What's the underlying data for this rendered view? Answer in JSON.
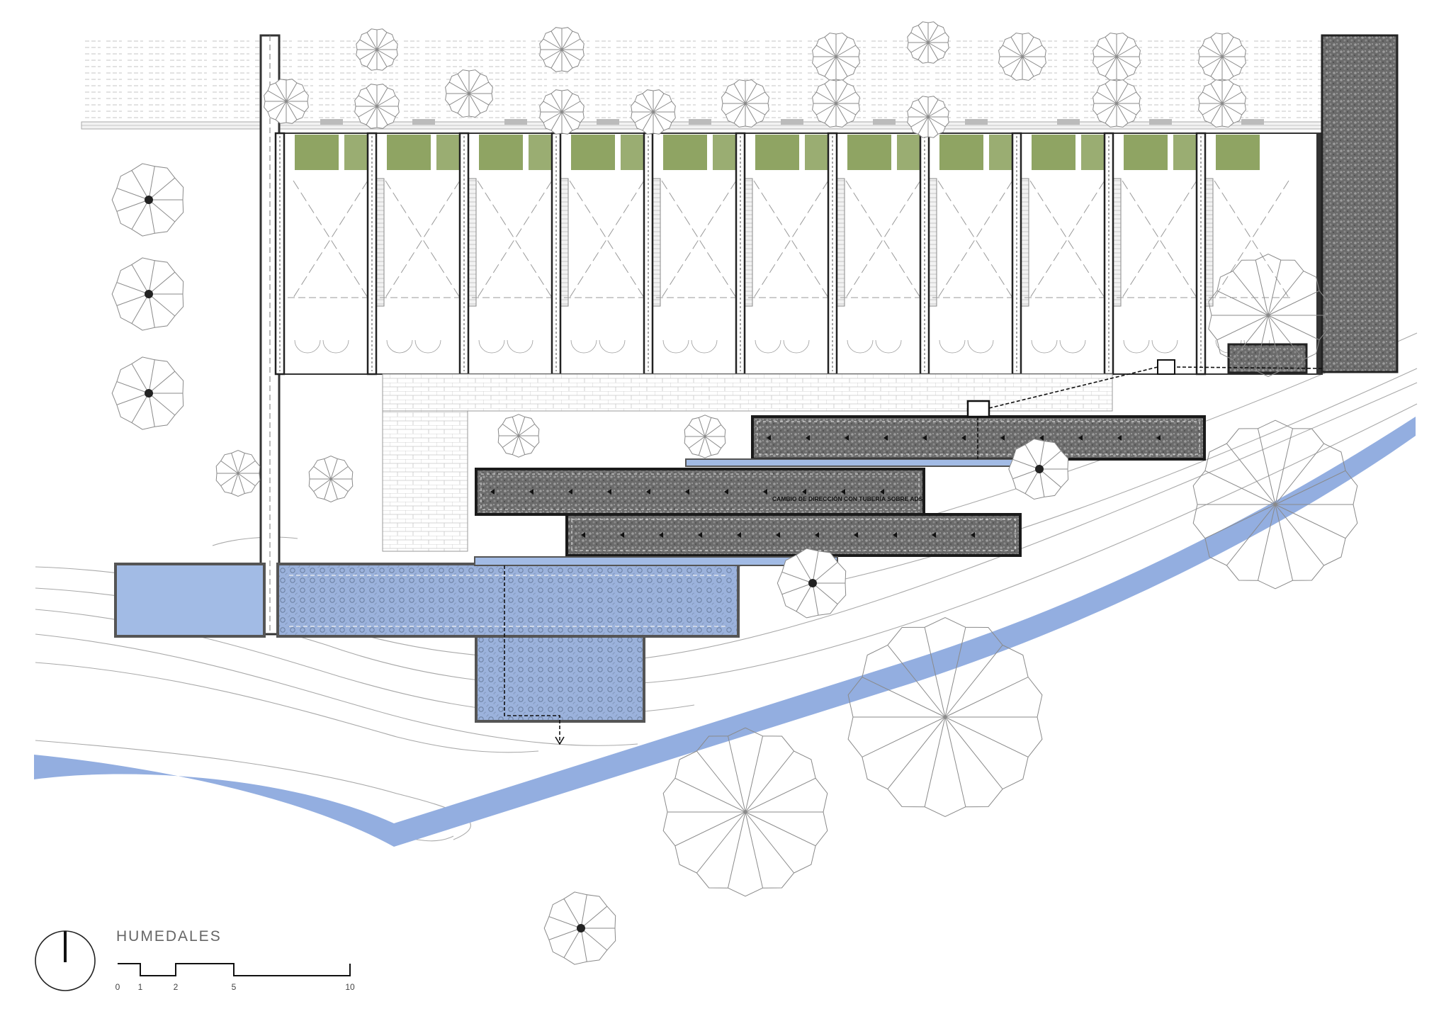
{
  "drawing": {
    "title": "HUMEDALES",
    "annotation": "CAMBIO DE DIRECCIÓN CON TUBERÍA SOBRE ADS",
    "scale_labels": [
      "0",
      "1",
      "2",
      "5",
      "10"
    ]
  },
  "colors": {
    "water": "#93aee0",
    "pond": "#a3bde6",
    "green": "#8fa463",
    "gravel": "#707070",
    "line": "#9a9a9a"
  }
}
